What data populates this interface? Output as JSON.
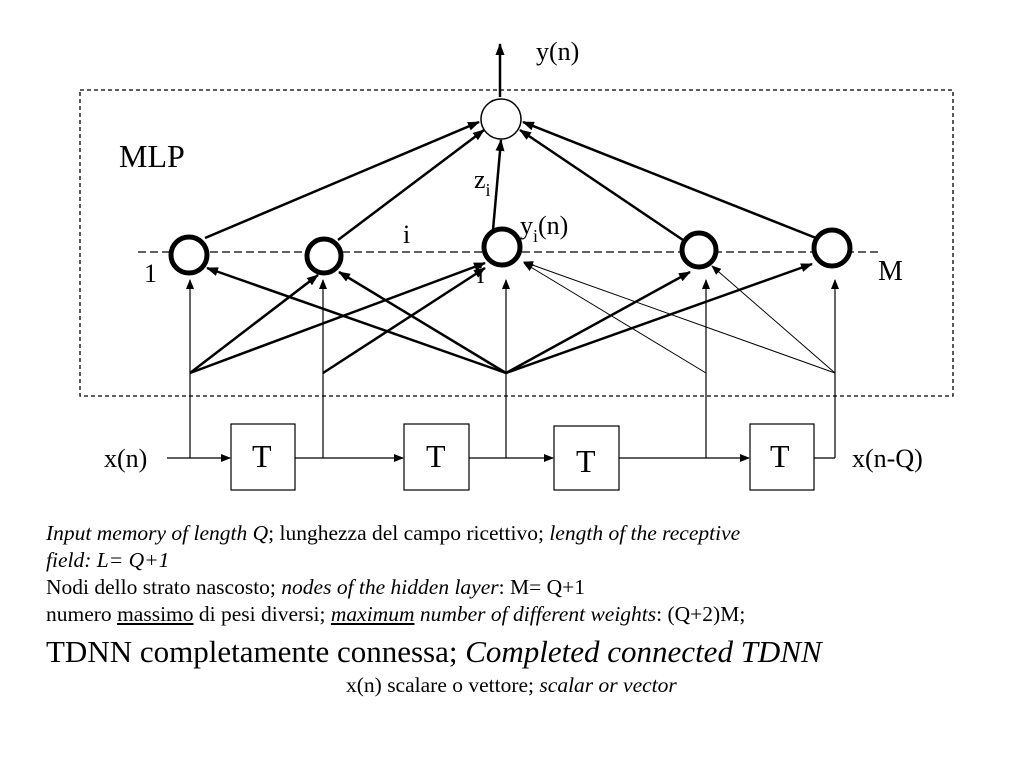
{
  "diagram": {
    "output_label": "y(n)",
    "box_label": "MLP",
    "z_label": "z",
    "z_sub": "i",
    "yi_label": "y",
    "yi_sub": "i",
    "yi_tail": "(n)",
    "index_i_top": "i",
    "index_i_left": "i",
    "first_node_label": "1",
    "last_node_label": "M",
    "delay_labels": [
      "T",
      "T",
      "T",
      "T"
    ],
    "input_label": "x(n)",
    "last_input_label": "x(n-Q)"
  },
  "caption": {
    "line1_a": "Input memory of length Q",
    "line1_b": "; lunghezza del campo ricettivo; ",
    "line1_c": "length of the receptive",
    "line2": "field: L= Q+1",
    "line3_a": "Nodi dello strato nascosto; ",
    "line3_b": "nodes of the hidden layer",
    "line3_c": ": M= Q+1",
    "line4_a": "numero ",
    "line4_b": "massimo",
    "line4_c": " di pesi diversi; ",
    "line4_d": "maximum",
    "line4_e": " number of different weights",
    "line4_f": ": (Q+2)M;",
    "line5_a": "TDNN completamente connessa; ",
    "line5_b": "Completed connected TDNN",
    "line6_a": "x(n) scalare o vettore; ",
    "line6_b": "scalar or vector"
  }
}
